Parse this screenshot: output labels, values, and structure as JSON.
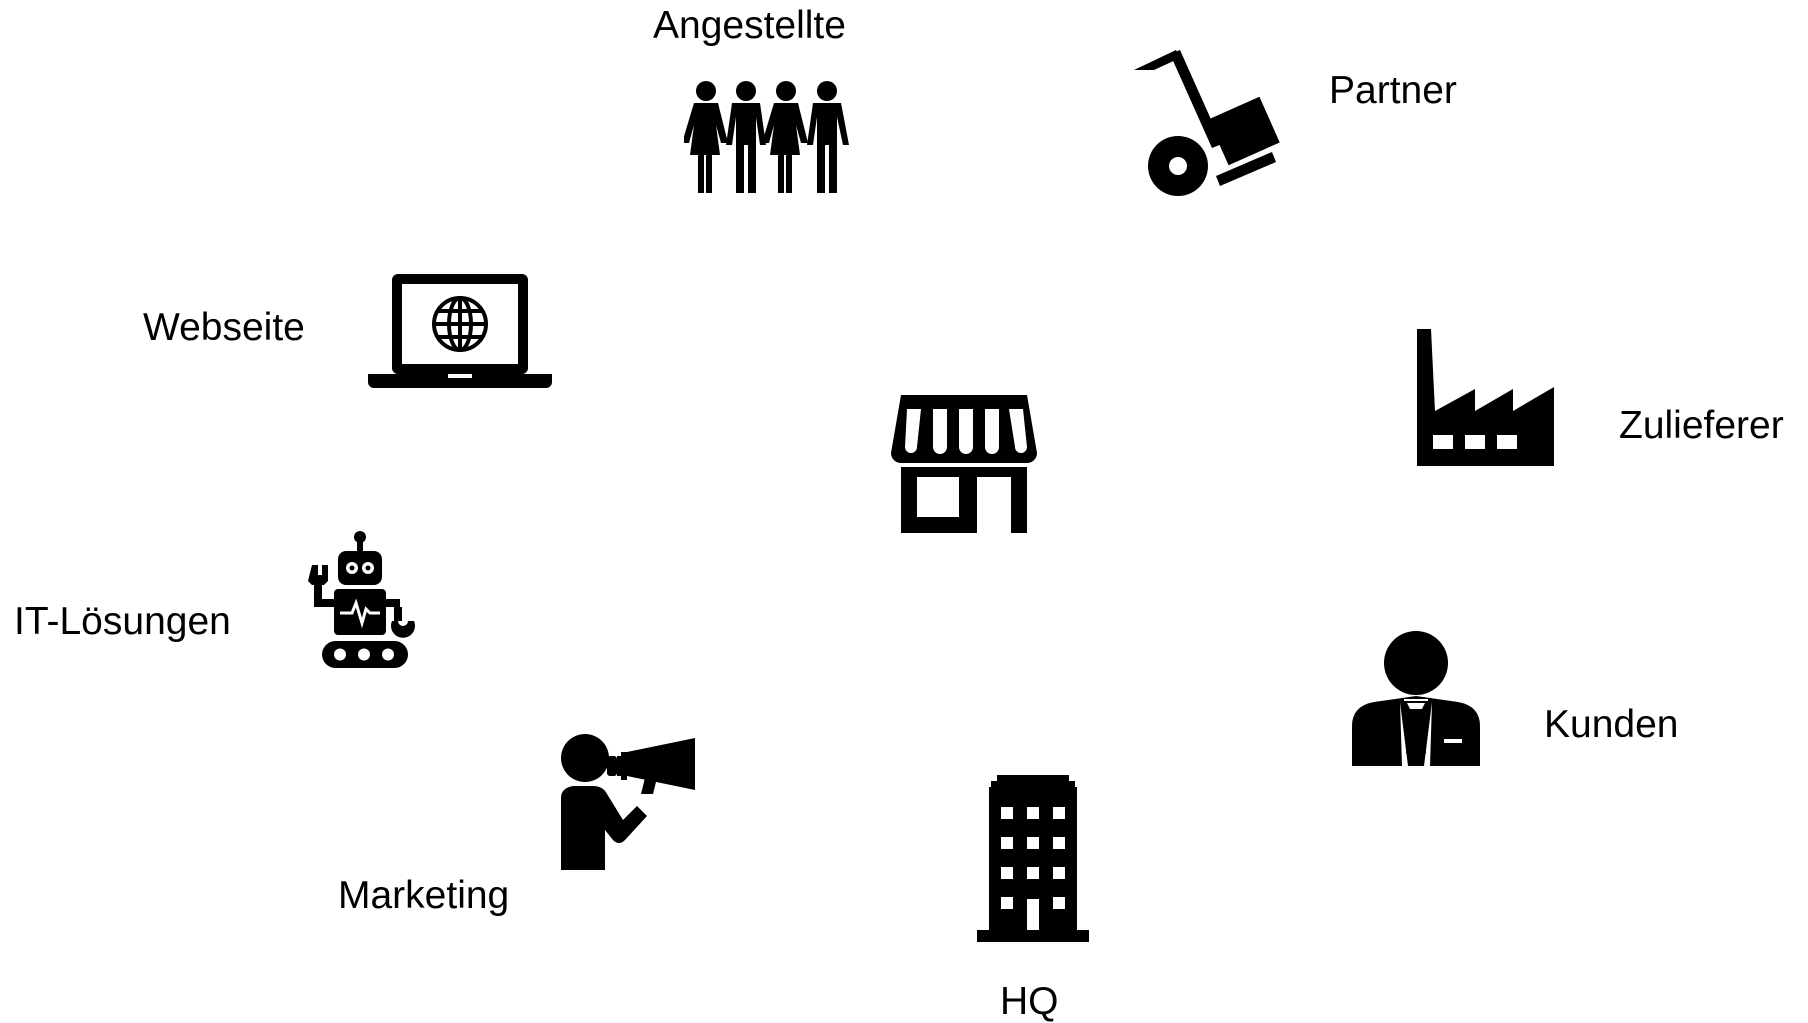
{
  "diagram": {
    "center": {
      "icon": "store-icon"
    },
    "nodes": [
      {
        "id": "employees",
        "label": "Angestellte",
        "icon": "people-group-icon"
      },
      {
        "id": "partner",
        "label": "Partner",
        "icon": "hand-truck-icon"
      },
      {
        "id": "website",
        "label": "Webseite",
        "icon": "laptop-globe-icon"
      },
      {
        "id": "supplier",
        "label": "Zulieferer",
        "icon": "factory-icon"
      },
      {
        "id": "it",
        "label": "IT-Lösungen",
        "icon": "robot-icon"
      },
      {
        "id": "customers",
        "label": "Kunden",
        "icon": "businessman-icon"
      },
      {
        "id": "marketing",
        "label": "Marketing",
        "icon": "megaphone-person-icon"
      },
      {
        "id": "hq",
        "label": "HQ",
        "icon": "office-building-icon"
      }
    ],
    "colors": {
      "foreground": "#000000",
      "background": "#ffffff"
    }
  }
}
